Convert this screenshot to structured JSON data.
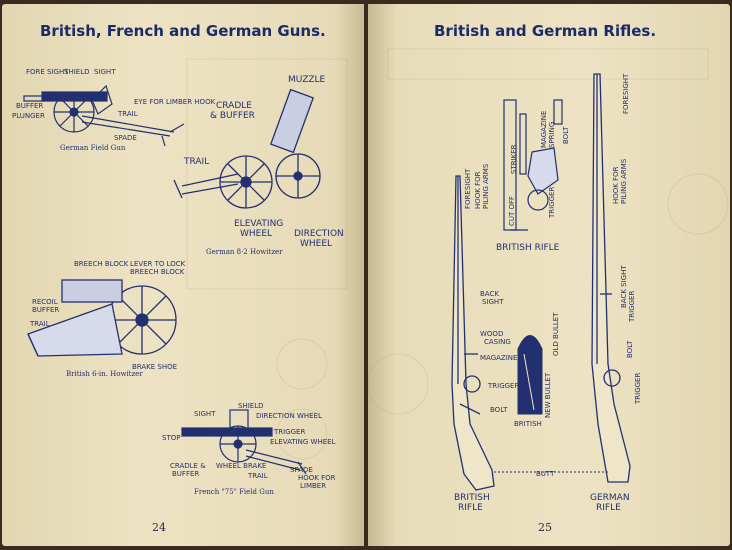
{
  "left": {
    "title": "British, French and German Guns.",
    "page_number": "24",
    "german_field_gun": {
      "caption": "German Field Gun",
      "labels": [
        "FORE SIGHT",
        "SHIELD",
        "SIGHT",
        "BUFFER",
        "PLUNGER",
        "TRAIL",
        "EYE FOR LIMBER HOOK",
        "SPADE"
      ]
    },
    "howitzer_8_2": {
      "caption": "German 8·2 Howitzer",
      "labels": [
        "MUZZLE",
        "CRADLE",
        "& BUFFER",
        "TRAIL",
        "ELEVATING",
        "WHEEL",
        "DIRECTION",
        "WHEEL"
      ]
    },
    "british_6in": {
      "caption": "British 6-in. Howitzer",
      "labels": [
        "BREECH BLOCK",
        "LEVER TO LOCK",
        "BREECH BLOCK",
        "RECOIL",
        "BUFFER",
        "TRAIL",
        "BRAKE SHOE"
      ]
    },
    "french_75": {
      "caption": "French \"75\" Field Gun",
      "labels": [
        "SIGHT",
        "SHIELD",
        "DIRECTION WHEEL",
        "STOP",
        "TRIGGER",
        "ELEVATING WHEEL",
        "CRADLE &",
        "BUFFER",
        "WHEEL BRAKE",
        "TRAIL",
        "SPADE",
        "HOOK FOR",
        "LIMBER"
      ]
    }
  },
  "right": {
    "title": "British and German Rifles.",
    "page_number": "25",
    "british_rifle": {
      "caption": [
        "BRITISH",
        "RIFLE"
      ],
      "labels": [
        "FORESIGHT",
        "HOOK FOR",
        "PILING ARMS",
        "BACK",
        "SIGHT",
        "WOOD",
        "CASING",
        "MAGAZINE",
        "TRIGGER",
        "BOLT"
      ]
    },
    "detail": {
      "caption": "BRITISH RIFLE",
      "labels": [
        "STRIKER",
        "BOLT",
        "MAGAZINE",
        "SPRING",
        "TRIGGER",
        "CUT OFF"
      ]
    },
    "bullets": {
      "labels": [
        "OLD BULLET",
        "NEW BULLET",
        "BRITISH"
      ]
    },
    "german_rifle": {
      "caption": [
        "GERMAN",
        "RIFLE"
      ],
      "labels": [
        "FORESIGHT",
        "HOOK FOR",
        "PILING ARMS",
        "BACK SIGHT",
        "TRIGGER",
        "BOLT",
        "TRIGGER",
        "BUTT"
      ]
    }
  },
  "colors": {
    "ink": "#233070",
    "paper": "#eadfbe",
    "spine": "#3a2a20"
  }
}
